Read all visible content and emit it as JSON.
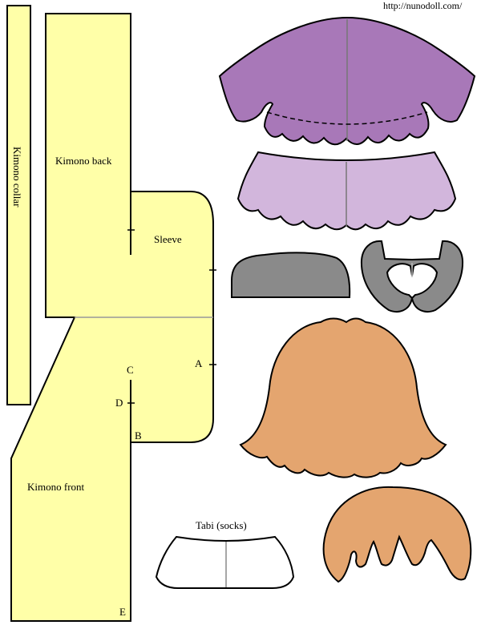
{
  "site_url": "http://nunodoll.com/",
  "pieces": {
    "kimono_collar": "Kimono collar",
    "kimono_back": "Kimono back",
    "sleeve": "Sleeve",
    "kimono_front": "Kimono front",
    "tabi": "Tabi (socks)"
  },
  "markers": {
    "a": "A",
    "b": "B",
    "c": "C",
    "d": "D",
    "e": "E"
  },
  "colors": {
    "kimono_yellow": "#ffffa8",
    "cape_purple": "#a878b8",
    "skirt_lavender": "#d2b6dc",
    "hat_gray": "#8a8a8a",
    "hair_orange": "#e4a56f",
    "sock_white": "#ffffff"
  }
}
